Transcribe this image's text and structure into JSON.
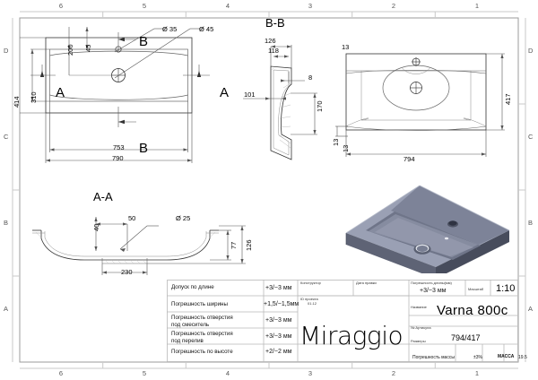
{
  "sheet": {
    "zones_top": [
      "6",
      "5",
      "4",
      "3",
      "2",
      "1"
    ],
    "zones_bottom": [
      "6",
      "5",
      "4",
      "3",
      "2",
      "1"
    ],
    "zones_left": [
      "D",
      "C",
      "B",
      "A"
    ],
    "zones_right": [
      "D",
      "C",
      "B",
      "A"
    ]
  },
  "views": {
    "top_view": {
      "label_section_b": "B",
      "label_section_b2": "B",
      "label_section_a_left": "A",
      "label_section_a_right": "A",
      "dims": {
        "overall_width": "790",
        "bowl_width": "753",
        "overall_depth": "414",
        "bowl_depth": "310",
        "tap_offset_x": "200",
        "tap_offset_y": "45",
        "hole_tap": "Ø 35",
        "hole_drain": "Ø 45"
      }
    },
    "section_bb": {
      "title": "B-B",
      "dims": {
        "d126": "126",
        "d118": "118",
        "d8": "8",
        "d101": "101",
        "d170": "170",
        "d13": "13",
        "d13b": "13"
      }
    },
    "front_view": {
      "dims": {
        "width": "794",
        "height": "417",
        "edge": "13"
      }
    },
    "section_aa": {
      "title": "A-A",
      "dims": {
        "d40": "40",
        "d50": "50",
        "hole": "Ø 25",
        "d77": "77",
        "d126": "126",
        "d230": "230"
      }
    },
    "render": {
      "name": "isometric-washbasin-render",
      "body_color": "#8d92a6",
      "top_color": "#9aa0b4",
      "basin_color": "#6f7589",
      "side_color": "#555a6b"
    }
  },
  "title_block": {
    "tolerance_rows": [
      {
        "label": "Допуск по длине",
        "value": "+3/−3 мм"
      },
      {
        "label": "Погрешность ширины",
        "value": "+1,5/−1,5мм"
      },
      {
        "label": "Погрешность отверстия\nпод смеситель",
        "value": "+3/−3 мм"
      },
      {
        "label": "Погрешность отверстия\nпод перелив",
        "value": "+3/−3 мм"
      },
      {
        "label": "Погрешность по высоте",
        "value": "+2/−2 мм"
      }
    ],
    "constructor_label": "Конструктор",
    "constructor_value": "",
    "date_label": "Дата правки",
    "date_value": "",
    "project_id_label": "ID проекта",
    "project_id_value": "01.12",
    "logo": "Miraggio",
    "length_tol_label": "Погрешность длины(мм)",
    "length_tol_value": "+3/−3 мм",
    "scale_label": "Масштаб",
    "scale_value": "1:10",
    "name_label": "Название",
    "name_value": "Varna 800c",
    "article_label": "№ Артикула",
    "article_value": "",
    "size_label": "Размеры",
    "size_value": "794/417",
    "mass_tol_label": "Погрешность массы",
    "mass_tol_value": "±3%",
    "mass_label": "МАССА",
    "mass_value": "19.5"
  }
}
